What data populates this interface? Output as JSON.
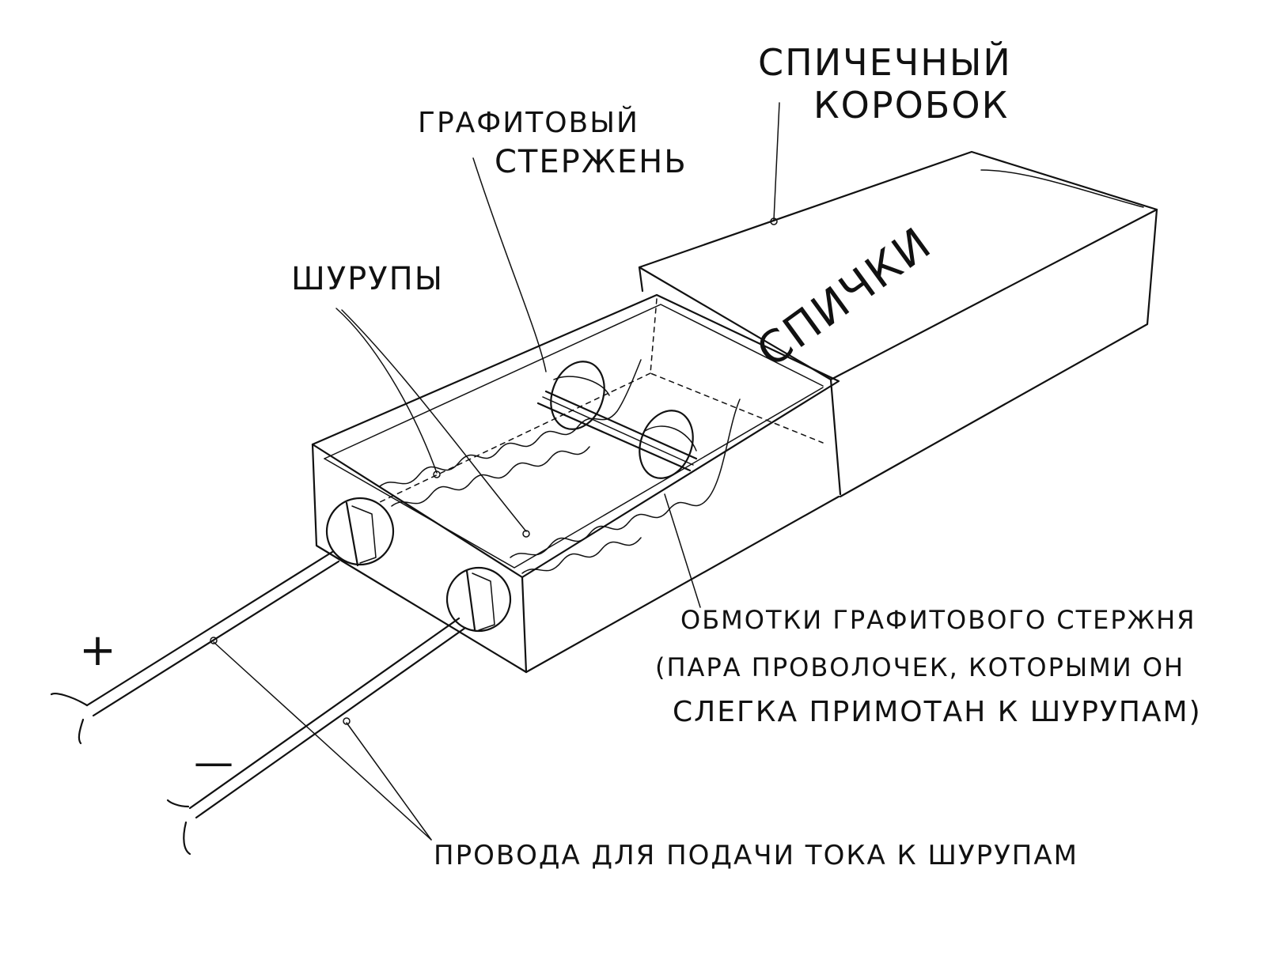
{
  "labels": {
    "matchbox": [
      "СПИЧЕЧНЫЙ",
      "КОРОБОК"
    ],
    "box_print": "СПИЧКИ",
    "graphite_rod": [
      "ГРАФИТОВЫЙ",
      "СТЕРЖЕНЬ"
    ],
    "screws": "ШУРУПЫ",
    "windings": [
      "ОБМОТКИ ГРАФИТОВОГО СТЕРЖНЯ",
      "(ПАРА ПРОВОЛОЧЕК, КОТОРЫМИ ОН",
      "СЛЕГКА ПРИМОТАН К ШУРУПАМ)"
    ],
    "wires": "ПРОВОДА ДЛЯ ПОДАЧИ ТОКА К ШУРУПАМ",
    "plus": "+",
    "minus": "—"
  },
  "colors": {
    "ink": "#111111",
    "paper": "#ffffff"
  }
}
